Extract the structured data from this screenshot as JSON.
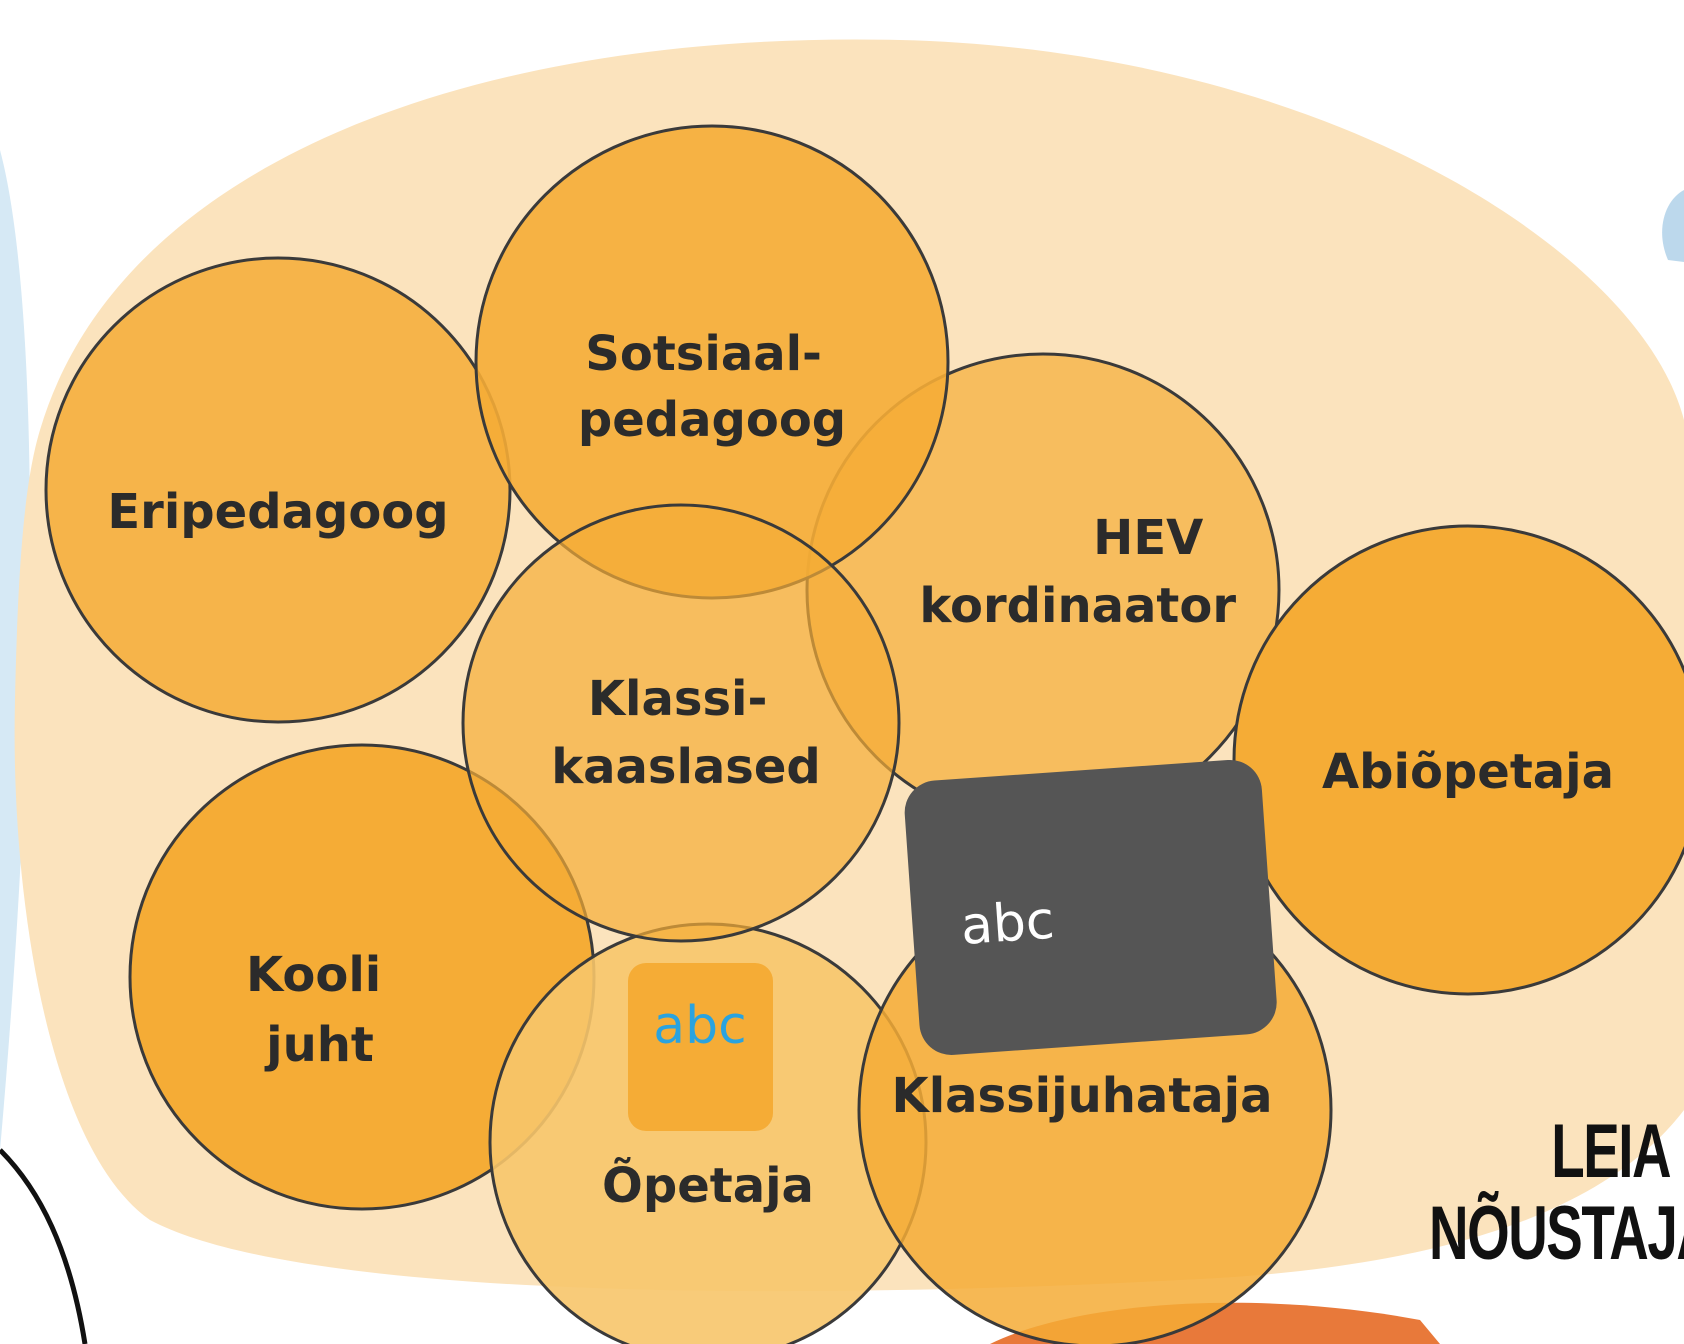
{
  "roles": [
    {
      "id": "sotsiaalpedagoog",
      "lines": [
        "Sotsiaal-",
        "pedagoog"
      ]
    },
    {
      "id": "eripedagoog",
      "lines": [
        "Eripedagoog"
      ]
    },
    {
      "id": "hev-koordinaator",
      "lines": [
        "HEV",
        "kordinaator"
      ]
    },
    {
      "id": "klassikaaslased",
      "lines": [
        "Klassi-",
        "kaaslased"
      ]
    },
    {
      "id": "abiopetaja",
      "lines": [
        "Abiõpetaja"
      ]
    },
    {
      "id": "kooli-juht",
      "lines": [
        "Kooli",
        "juht"
      ]
    },
    {
      "id": "opetaja",
      "lines": [
        "Õpetaja"
      ]
    },
    {
      "id": "klassijuhataja",
      "lines": [
        "Klassijuhataja"
      ]
    }
  ],
  "tags": {
    "teacher_tag": "abc",
    "dark_tag": "abc"
  },
  "cta": {
    "line1": "LEIA",
    "line2": "NÕUSTAJA"
  },
  "colors": {
    "background_blob": "#fbe3bd",
    "circle_fill": "#f5ac36",
    "circle_stroke": "#3a3a3a",
    "dark_tag": "#555555",
    "teacher_tag_text": "#2aa3df",
    "accent_blue": "#d6e9f5",
    "accent_orange": "#e8793a"
  }
}
